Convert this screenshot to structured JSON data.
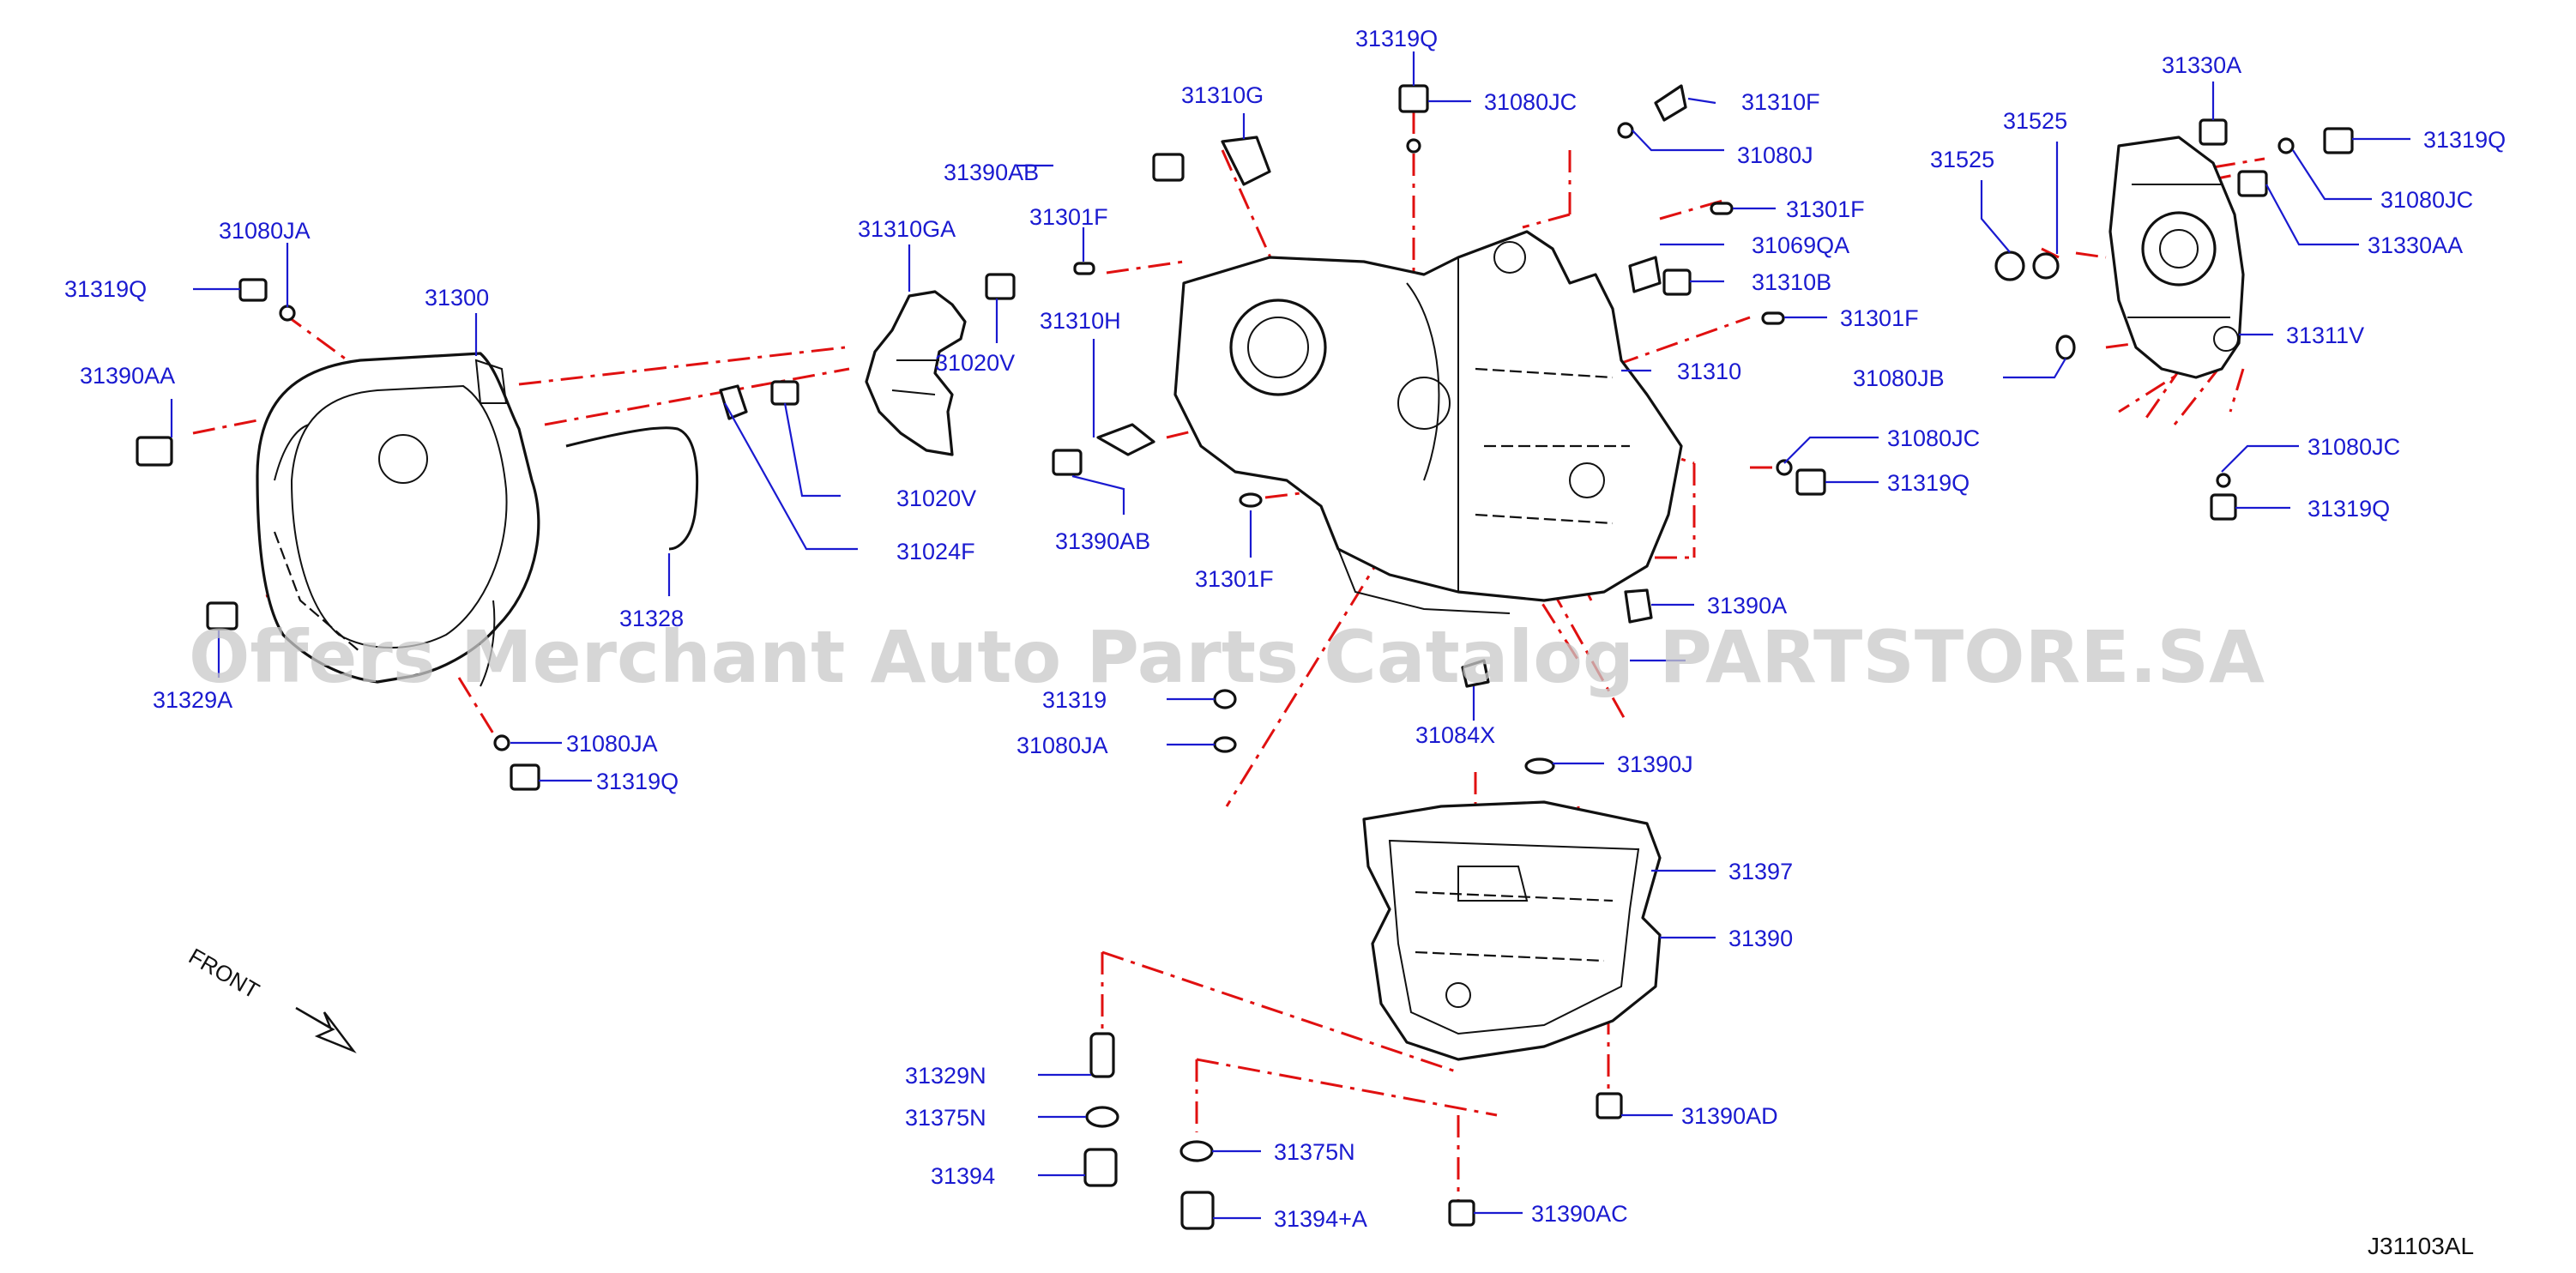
{
  "diagram": {
    "code": "J31103AL",
    "front_label": "FRONT",
    "watermark": "Offers Merchant Auto Parts Catalog PARTSTORE.SA",
    "colors": {
      "label": "#1a1ad0",
      "guide": "#e01010",
      "outline": "#111111"
    }
  },
  "labels": {
    "31319Q_a": "31319Q",
    "31080JA_a": "31080JA",
    "31300": "31300",
    "31390AA": "31390AA",
    "31329A": "31329A",
    "31080JA_b": "31080JA",
    "31319Q_b": "31319Q",
    "31328": "31328",
    "31310GA": "31310GA",
    "31020V_a": "31020V",
    "31020V_b": "31020V",
    "31024F": "31024F",
    "31390AB_a": "31390AB",
    "31310G": "31310G",
    "31301F_a": "31301F",
    "31310H": "31310H",
    "31390AB_b": "31390AB",
    "31301F_b": "31301F",
    "31319Q_c": "31319Q",
    "31080JC_a": "31080JC",
    "31310F": "31310F",
    "31080J": "31080J",
    "31301F_c": "31301F",
    "31069QA": "31069QA",
    "31310B": "31310B",
    "31301F_d": "31301F",
    "31310": "31310",
    "31080JC_b": "31080JC",
    "31319Q_d": "31319Q",
    "31390A": "31390A",
    "31084X": "31084X",
    "31319": "31319",
    "31080JA_c": "31080JA",
    "31330A": "31330A",
    "31525_a": "31525",
    "31525_b": "31525",
    "31319Q_e": "31319Q",
    "31080JC_c": "31080JC",
    "31330AA": "31330AA",
    "31311V": "31311V",
    "31080JB": "31080JB",
    "31080JC_d": "31080JC",
    "31319Q_f": "31319Q",
    "31390J": "31390J",
    "31397": "31397",
    "31390": "31390",
    "31390AD": "31390AD",
    "31329N": "31329N",
    "31375N_a": "31375N",
    "31394": "31394",
    "31375N_b": "31375N",
    "31394A": "31394+A",
    "31390AC": "31390AC"
  }
}
